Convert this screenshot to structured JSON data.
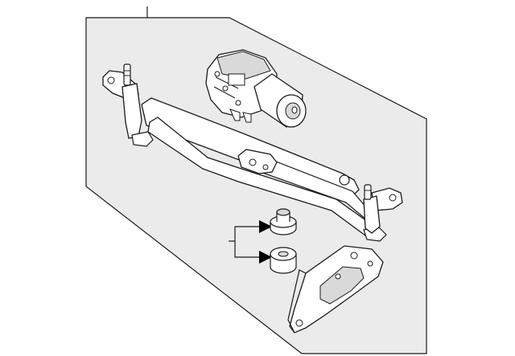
{
  "diagram": {
    "background_color": "#ffffff",
    "panel_color": "#ebebeb",
    "line_color": "#1a1a1a",
    "part_fill": "#ffffff",
    "part_shade": "#d9d9d9",
    "arrow_color": "#000000",
    "parts": [
      {
        "name": "wiper-motor"
      },
      {
        "name": "wiper-linkage"
      },
      {
        "name": "left-pivot-shaft"
      },
      {
        "name": "right-pivot-shaft"
      },
      {
        "name": "upper-bushing"
      },
      {
        "name": "lower-bushing"
      },
      {
        "name": "mounting-bracket"
      }
    ]
  }
}
